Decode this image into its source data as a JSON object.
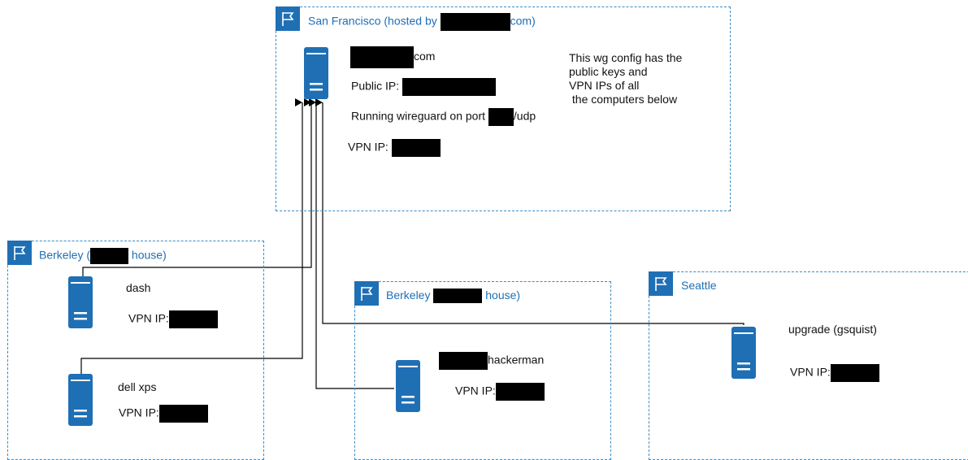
{
  "colors": {
    "accent": "#1f6fb5",
    "group_border": "#3b8bc6",
    "edge": "#000000",
    "redaction": "#000000"
  },
  "icons": {
    "group": "flag-icon",
    "node": "server-icon"
  },
  "groups": {
    "sf": {
      "title_prefix": "San Francisco (hosted by ",
      "title_suffix": "com)",
      "server": {
        "name_suffix": "com",
        "public_ip_label": "Public IP:",
        "port_label": "Running wireguard on port",
        "port_suffix": "/udp",
        "vpn_ip_label": "VPN IP:"
      },
      "note": [
        "This wg config has the",
        "public keys and",
        "VPN IPs of all",
        " the computers below"
      ]
    },
    "berkeley_left": {
      "title_prefix": "Berkeley (",
      "title_suffix": " house)",
      "dash": {
        "name": "dash",
        "vpn_ip_label": "VPN IP:"
      },
      "dell": {
        "name": "dell xps",
        "vpn_ip_label": "VPN IP:"
      }
    },
    "berkeley_mid": {
      "title_prefix": "Berkeley ",
      "title_suffix": " house)",
      "hacker": {
        "name_suffix": "hackerman",
        "vpn_ip_label": "VPN IP:"
      }
    },
    "seattle": {
      "title": "Seattle",
      "upgrade": {
        "name": "upgrade (gsquist)",
        "vpn_ip_label": "VPN IP:"
      }
    }
  }
}
